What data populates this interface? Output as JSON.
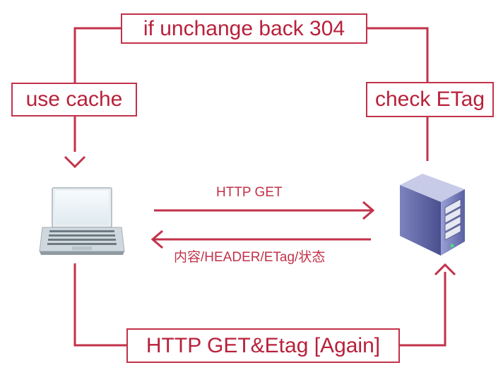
{
  "colors": {
    "accent": "#c2324a",
    "text": "#b8213b",
    "background": "#ffffff"
  },
  "icons": {
    "client": "laptop-icon",
    "server": "server-tower-icon"
  },
  "labels": {
    "top": "if unchange back 304",
    "left": "use cache",
    "right": "check ETag",
    "request": "HTTP GET",
    "response": "内容/HEADER/ETag/状态",
    "bottom": "HTTP GET&Etag [Again]"
  }
}
